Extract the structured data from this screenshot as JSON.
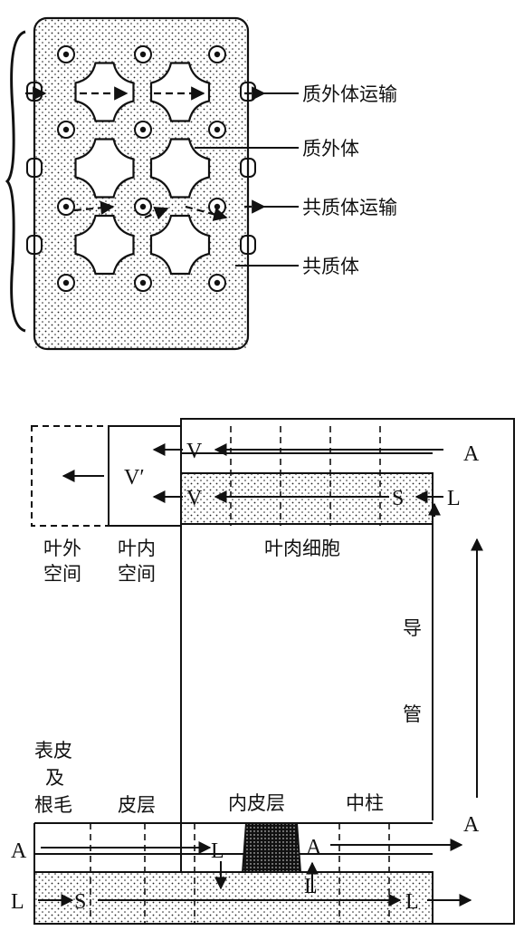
{
  "top_diagram": {
    "labels": {
      "apoplast_transport": "质外体运输",
      "apoplast": "质外体",
      "symplast_transport": "共质体运输",
      "symplast": "共质体"
    }
  },
  "leaf_diagram": {
    "extraleaf_space": [
      "叶外",
      "空间"
    ],
    "intraleaf_space": [
      "叶内",
      "空间"
    ],
    "mesophyll": "叶肉细胞",
    "vessel": [
      "导",
      "管"
    ],
    "V": "V",
    "V_prime": "V′",
    "A": "A",
    "S": "S",
    "L": "L"
  },
  "root_diagram": {
    "epidermis": [
      "表皮",
      "及",
      "根毛"
    ],
    "cortex": "皮层",
    "endodermis": "内皮层",
    "stele": "中柱",
    "A": "A",
    "L": "L",
    "S": "S"
  }
}
